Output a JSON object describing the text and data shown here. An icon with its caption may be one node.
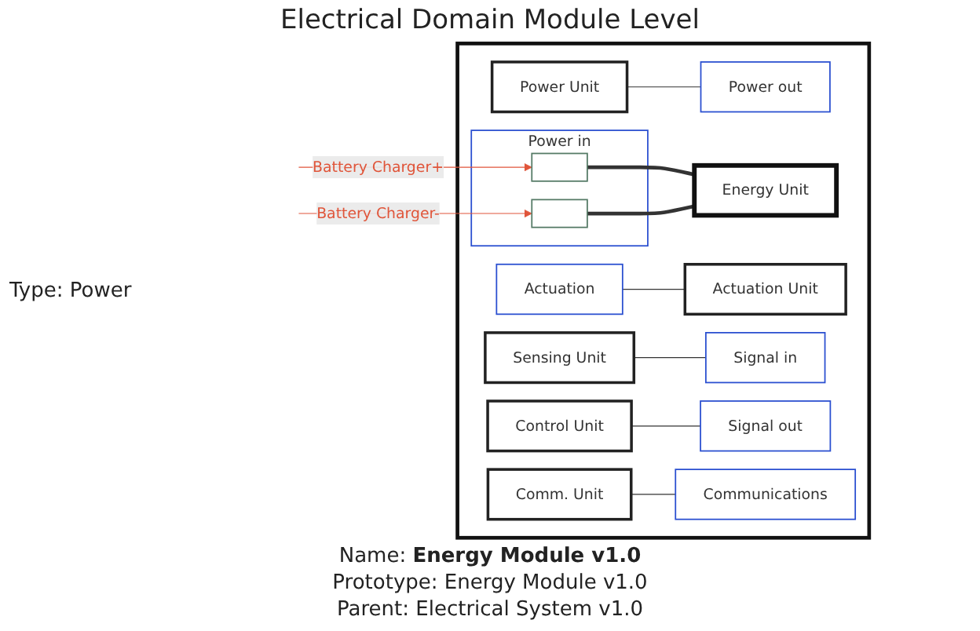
{
  "diagram": {
    "title": "Electrical Domain Module Level",
    "nodes": [
      {
        "text": [],
        "shape": "box",
        "beside": [
          "Name: **Energy Module v1.0**",
          "Prototype: Energy Module v1.0",
          "Parent: Electrical System v1.0"
        ]
      },
      {
        "text": [
          "Power in"
        ],
        "in": 0
      },
      {
        "text": [],
        "shape": "box",
        "in": 1
      },
      {
        "text": [],
        "shape": "box",
        "in": 1
      },
      {
        "text": [
          "Actuation"
        ],
        "in": 0
      },
      {
        "text": [
          "Power out"
        ],
        "in": 0
      },
      {
        "text": [
          "Energy Unit"
        ],
        "in": 0
      },
      {
        "text": [
          "Actuation Unit"
        ],
        "in": 0
      },
      {
        "text": [
          "Power Unit"
        ],
        "in": 0
      },
      {
        "text": [
          "Signal in"
        ],
        "in": 0
      },
      {
        "text": [
          "Sensing Unit"
        ],
        "in": 0
      },
      {
        "text": [
          "Comm. Unit"
        ],
        "in": 0
      },
      {
        "text": [
          "Control Unit"
        ],
        "in": 0
      },
      {
        "text": [
          "Signal out"
        ],
        "in": 0
      },
      {
        "text": [
          "Communications"
        ],
        "in": 0
      }
    ],
    "edges": [
      {
        "from": null,
        "to": 2,
        "arrow": "to",
        "label": "Battery Charger+",
        "color": "#e0553a"
      },
      {
        "from": null,
        "to": 3,
        "arrow": "to",
        "label": "Battery Charger-",
        "color": "#e0553a"
      },
      {
        "from": 2,
        "to": 6,
        "arrow": "none",
        "style": "thick"
      },
      {
        "from": 3,
        "to": 6,
        "arrow": "none",
        "style": "thick"
      },
      {
        "from": 4,
        "to": 7,
        "arrow": "none"
      },
      {
        "from": 8,
        "to": 5,
        "arrow": "none"
      },
      {
        "from": 10,
        "to": 9,
        "arrow": "none"
      },
      {
        "from": 11,
        "to": 14,
        "arrow": "none"
      },
      {
        "from": 12,
        "to": 13,
        "arrow": "none"
      }
    ],
    "labels": [
      "Type: Power"
    ]
  }
}
